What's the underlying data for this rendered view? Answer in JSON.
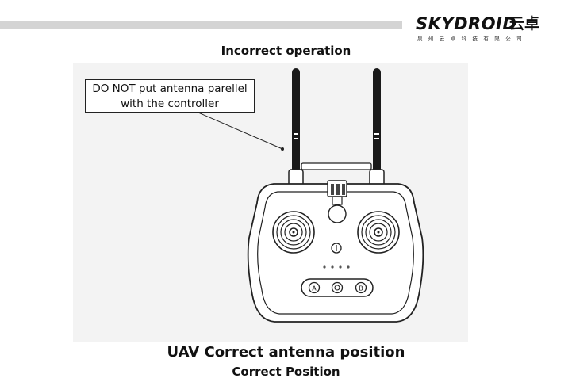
{
  "brand": {
    "name": "SKYDROID",
    "name_cn": "云卓",
    "company_cn": "泉州云卓科技有限公司"
  },
  "heading_top": "Incorrect operation",
  "callout": {
    "line1": "DO NOT put antenna parellel",
    "line2": "with the controller"
  },
  "controller": {
    "button_labels": [
      "A",
      "",
      "B"
    ]
  },
  "footer": {
    "title": "UAV Correct antenna position",
    "subtitle": "Correct Position"
  }
}
